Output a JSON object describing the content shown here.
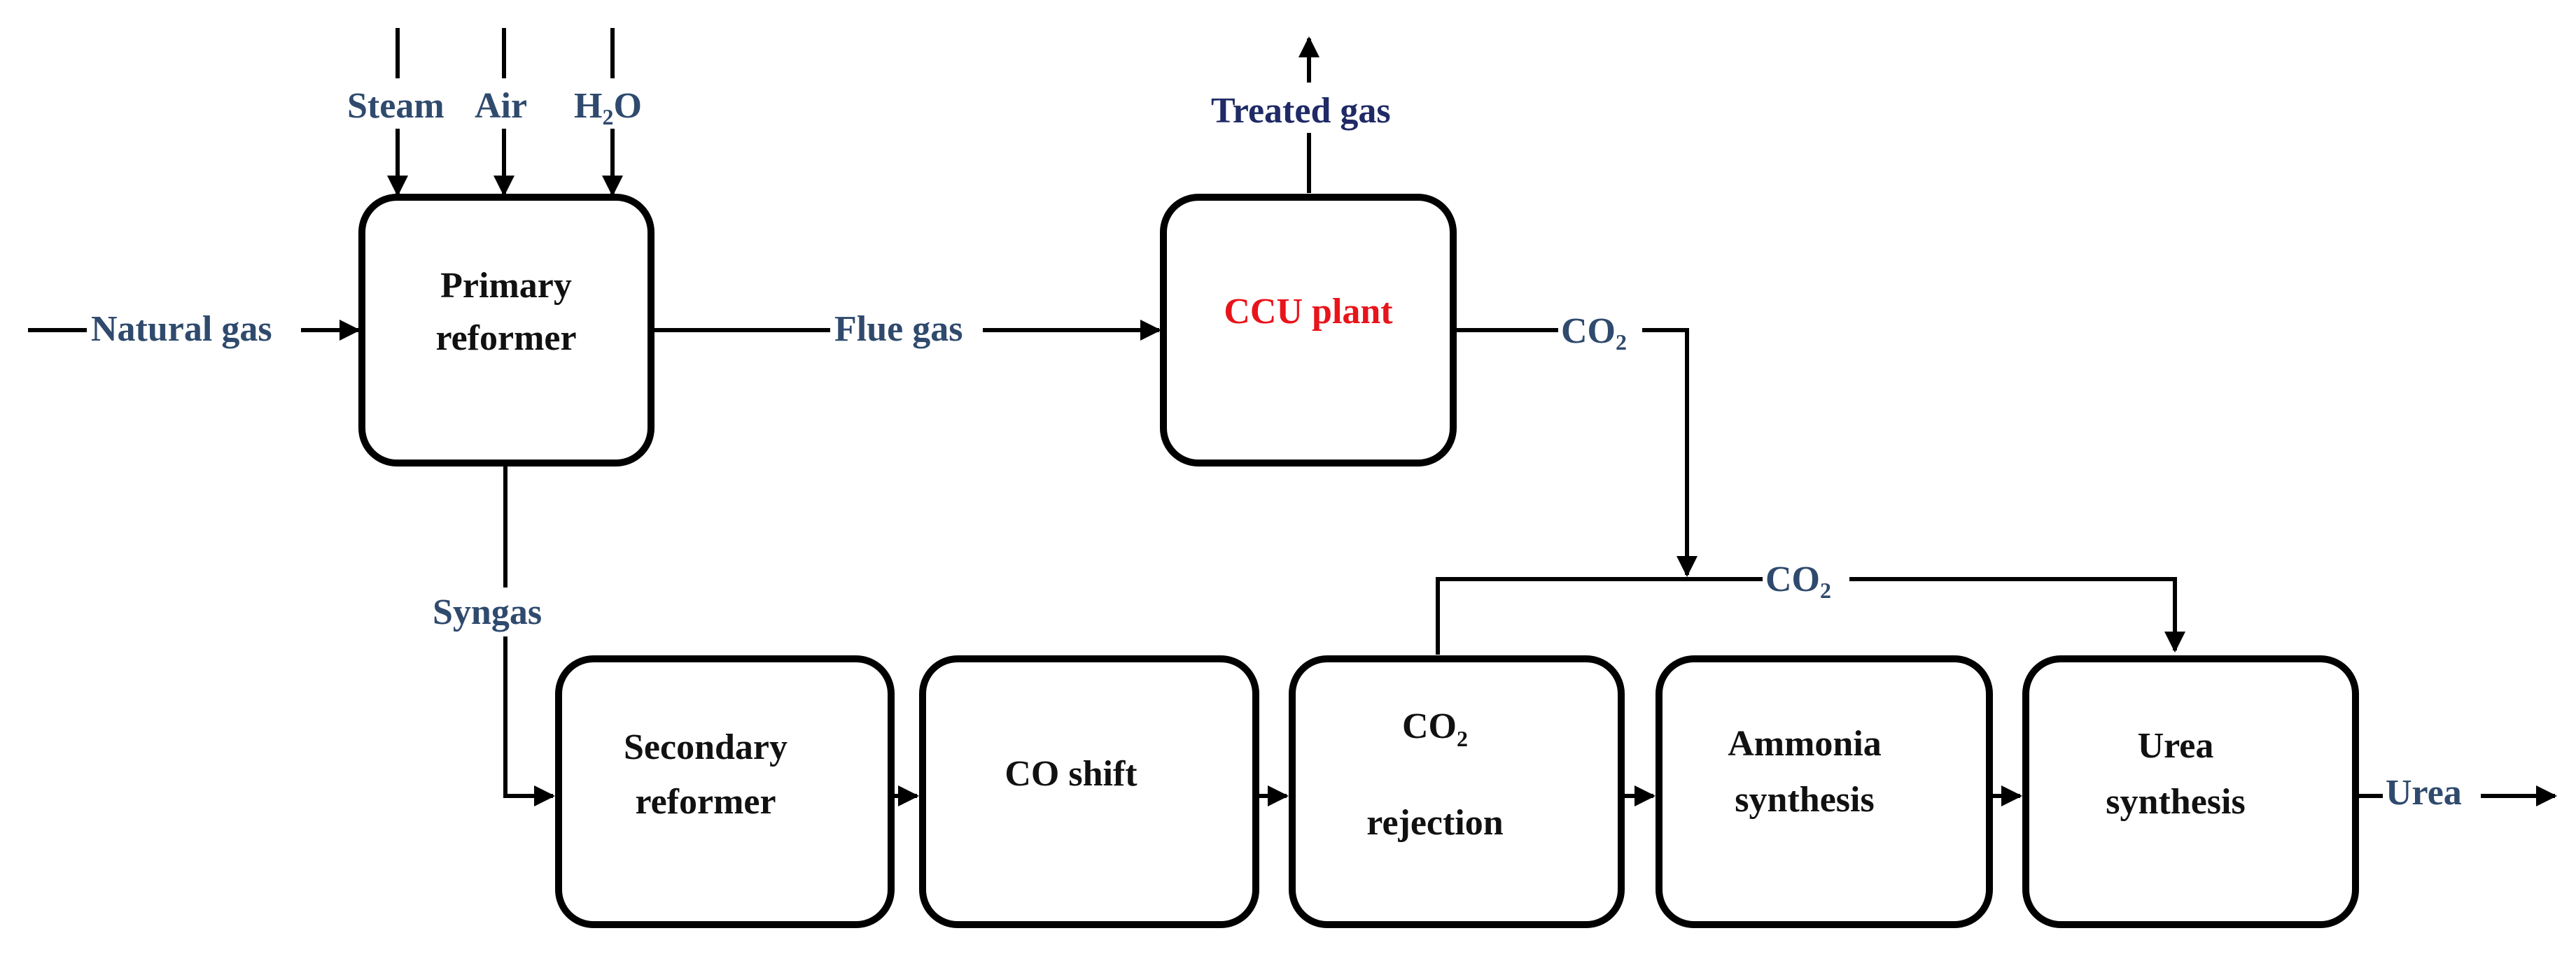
{
  "colors": {
    "box_text": "#111111",
    "flow_text": "#2f4a6d",
    "treated_gas_text": "#1f2a66",
    "ccu_text": "#e8141b",
    "line": "#000000"
  },
  "boxes": {
    "primary_reformer": [
      "Primary",
      "reformer"
    ],
    "ccu_plant": [
      "CCU plant"
    ],
    "secondary_reformer": [
      "Secondary",
      "reformer"
    ],
    "co_shift": [
      "CO shift"
    ],
    "co2_rejection": {
      "line1": "CO",
      "sub": "2",
      "line2": "rejection"
    },
    "ammonia_synthesis": [
      "Ammonia",
      "synthesis"
    ],
    "urea_synthesis": [
      "Urea",
      "synthesis"
    ]
  },
  "streams": {
    "steam": "Steam",
    "air": "Air",
    "h2o": {
      "base": "H",
      "sub": "2",
      "tail": "O"
    },
    "natural_gas": "Natural gas",
    "flue_gas": "Flue gas",
    "treated_gas": "Treated gas",
    "co2_from_ccu": {
      "base": "CO",
      "sub": "2"
    },
    "co2_recycle": {
      "base": "CO",
      "sub": "2"
    },
    "syngas": "Syngas",
    "urea_out": "Urea"
  }
}
